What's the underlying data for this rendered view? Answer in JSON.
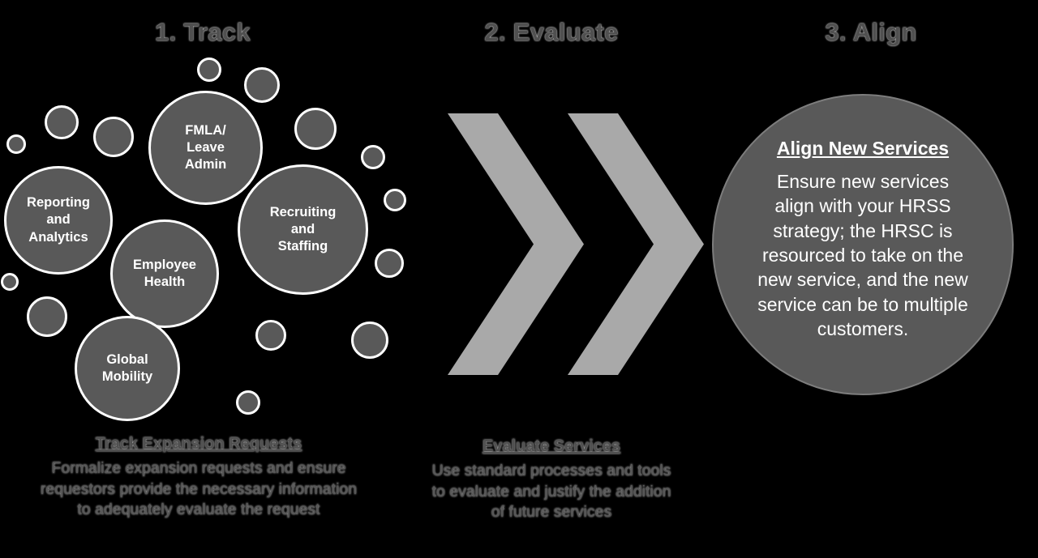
{
  "colors": {
    "background": "#000000",
    "heading_text": "#505050",
    "body_text": "#565656",
    "bubble_fill": "#595959",
    "bubble_border": "#ffffff",
    "bubble_text": "#ffffff",
    "chevron": "#a9a9a9",
    "align_circle_fill": "#595959",
    "align_circle_border": "#7d7d7d",
    "align_circle_text": "#ffffff"
  },
  "headings": {
    "track": "1. Track",
    "evaluate": "2. Evaluate",
    "align": "3. Align"
  },
  "track": {
    "bubbles": [
      {
        "label": "FMLA/\nLeave\nAdmin"
      },
      {
        "label": "Reporting\nand\nAnalytics"
      },
      {
        "label": "Recruiting\nand\nStaffing"
      },
      {
        "label": "Employee\nHealth"
      },
      {
        "label": "Global\nMobility"
      }
    ],
    "caption_title": "Track Expansion Requests",
    "caption_body": "Formalize expansion requests and ensure\nrequestors provide the necessary information\nto adequately evaluate the request"
  },
  "evaluate": {
    "caption_title": "Evaluate Services",
    "caption_body": "Use standard processes and tools\nto evaluate and justify the addition\nof future services"
  },
  "align": {
    "circle_title": "Align New Services",
    "circle_body": "Ensure new services\nalign with your HRSS\nstrategy; the HRSC is\nresourced to take on the\nnew service, and the new\nservice can be to multiple\ncustomers."
  }
}
